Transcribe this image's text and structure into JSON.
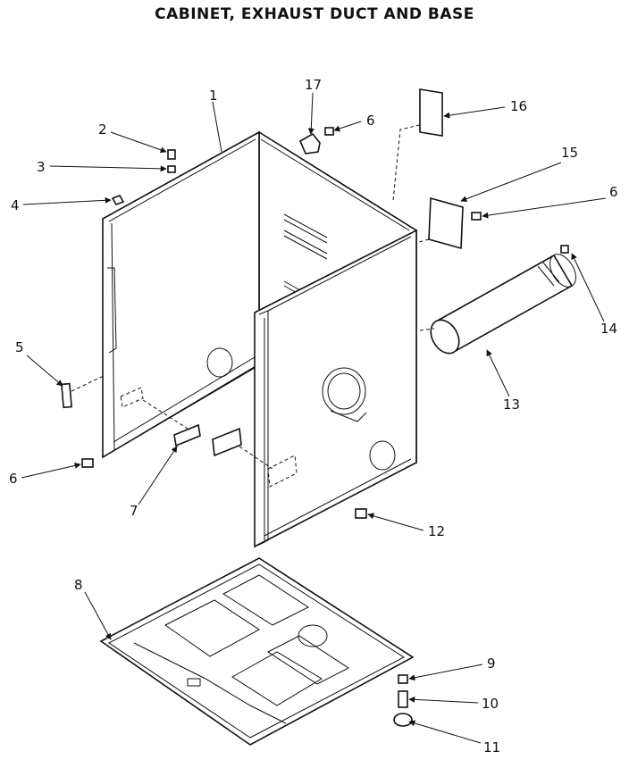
{
  "title": "CABINET, EXHAUST DUCT AND BASE",
  "callouts": {
    "c1": "1",
    "c2": "2",
    "c3": "3",
    "c4": "4",
    "c5": "5",
    "c6a": "6",
    "c6b": "6",
    "c6c": "6",
    "c7": "7",
    "c8": "8",
    "c9": "9",
    "c10": "10",
    "c11": "11",
    "c12": "12",
    "c13": "13",
    "c14": "14",
    "c15": "15",
    "c16": "16",
    "c17": "17"
  }
}
